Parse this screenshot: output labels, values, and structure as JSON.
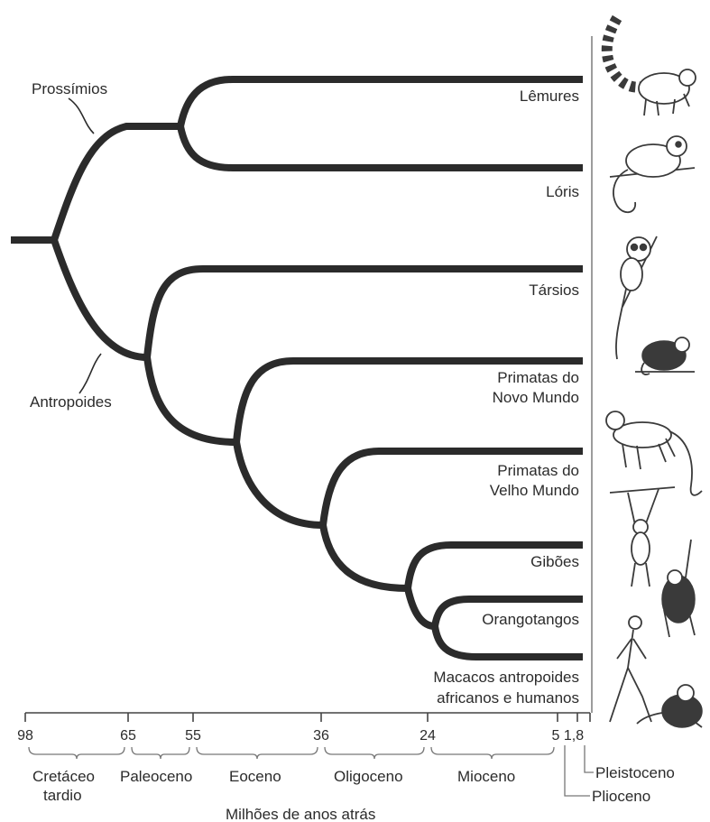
{
  "clades": {
    "prosimians": "Prossímios",
    "anthropoids": "Antropoides"
  },
  "taxa": {
    "lemurs": "Lêmures",
    "lorises": "Lóris",
    "tarsiers": "Társios",
    "new_world_1": "Primatas do",
    "new_world_2": "Novo Mundo",
    "old_world_1": "Primatas do",
    "old_world_2": "Velho Mundo",
    "gibbons": "Gibões",
    "orangutans": "Orangotangos",
    "african_1": "Macacos antropoides",
    "african_2": "africanos e humanos"
  },
  "axis": {
    "title": "Milhões de anos atrás",
    "ticks": [
      "98",
      "65",
      "55",
      "36",
      "24",
      "5",
      "1,8"
    ]
  },
  "epochs": {
    "late_cretaceous_1": "Cretáceo",
    "late_cretaceous_2": "tardio",
    "paleocene": "Paleoceno",
    "eocene": "Eoceno",
    "oligocene": "Oligoceno",
    "miocene": "Mioceno",
    "pliocene": "Plioceno",
    "pleistocene": "Pleistoceno"
  },
  "animals": [
    "lemur-icon",
    "loris-icon",
    "tarsier-icon",
    "monkey-icon",
    "guenon-icon",
    "gibbon-icon",
    "orangutan-icon",
    "human-icon",
    "chimpanzee-icon"
  ]
}
